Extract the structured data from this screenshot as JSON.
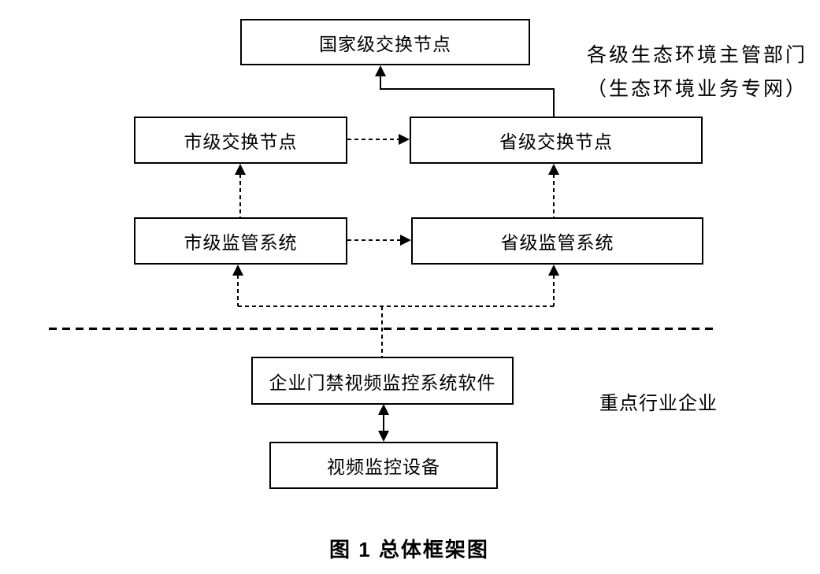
{
  "nodes": {
    "national_exchange": "国家级交换节点",
    "city_exchange": "市级交换节点",
    "provincial_exchange": "省级交换节点",
    "city_supervision": "市级监管系统",
    "provincial_supervision": "省级监管系统",
    "enterprise_software": "企业门禁视频监控系统软件",
    "video_device": "视频监控设备"
  },
  "labels": {
    "gov_network_line1": "各级生态环境主管部门",
    "gov_network_line2": "（生态环境业务专网）",
    "enterprise_zone": "重点行业企业"
  },
  "caption": "图 1 总体框架图",
  "edges": [
    {
      "from": "provincial_exchange",
      "to": "national_exchange",
      "style": "solid",
      "arrow": "forward"
    },
    {
      "from": "city_exchange",
      "to": "provincial_exchange",
      "style": "dashed",
      "arrow": "forward"
    },
    {
      "from": "city_supervision",
      "to": "city_exchange",
      "style": "dashed",
      "arrow": "forward"
    },
    {
      "from": "provincial_supervision",
      "to": "provincial_exchange",
      "style": "dashed",
      "arrow": "forward"
    },
    {
      "from": "city_supervision",
      "to": "provincial_supervision",
      "style": "dashed",
      "arrow": "forward"
    },
    {
      "from": "enterprise_software",
      "to": "city_supervision",
      "style": "dashed",
      "arrow": "forward"
    },
    {
      "from": "enterprise_software",
      "to": "provincial_supervision",
      "style": "dashed",
      "arrow": "forward"
    },
    {
      "from": "enterprise_software",
      "to": "video_device",
      "style": "solid",
      "arrow": "both"
    }
  ],
  "zones": {
    "upper": "各级生态环境主管部门（生态环境业务专网）",
    "lower": "重点行业企业",
    "divider_style": "dashed"
  },
  "colors": {
    "line": "#000000",
    "background": "#ffffff",
    "text": "#000000"
  }
}
